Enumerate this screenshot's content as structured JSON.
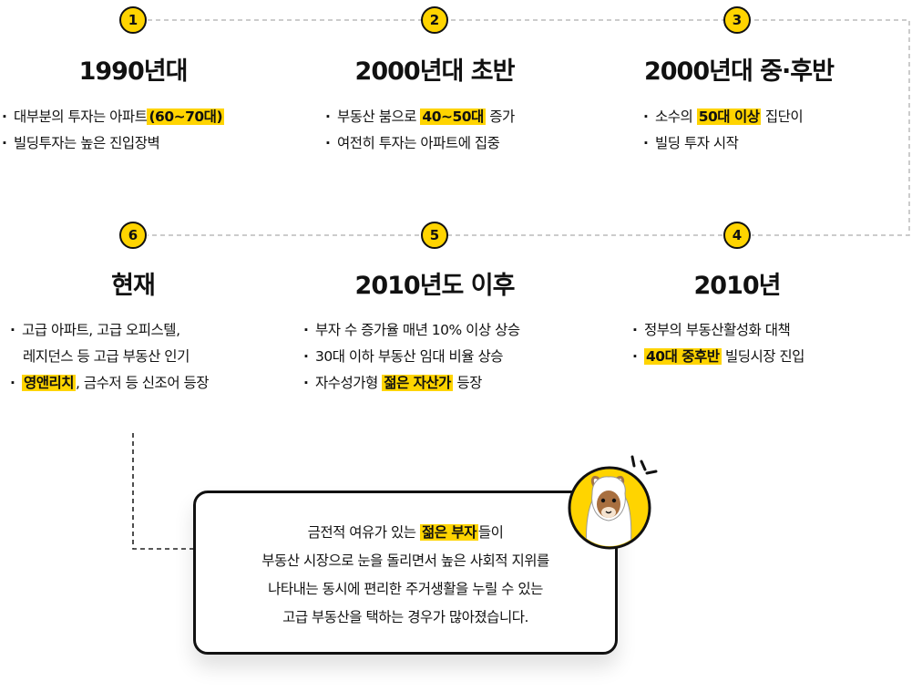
{
  "accent_color": "#ffd400",
  "steps": [
    {
      "number": "1",
      "title": "1990년대",
      "bullets": [
        {
          "text": "대부분의 투자는 아파트",
          "highlight": "(60~70대)",
          "after": ""
        },
        {
          "text": "빌딩투자는 높은 진입장벽",
          "highlight": "",
          "after": ""
        }
      ]
    },
    {
      "number": "2",
      "title": "2000년대 초반",
      "bullets": [
        {
          "text": "부동산 붐으로 ",
          "highlight": "40~50대",
          "after": " 증가"
        },
        {
          "text": "여전히 투자는 아파트에 집중",
          "highlight": "",
          "after": ""
        }
      ]
    },
    {
      "number": "3",
      "title": "2000년대 중·후반",
      "bullets": [
        {
          "text": "소수의 ",
          "highlight": "50대 이상",
          "after": " 집단이"
        },
        {
          "text": "빌딩 투자 시작",
          "highlight": "",
          "after": ""
        }
      ]
    },
    {
      "number": "4",
      "title": "2010년",
      "bullets": [
        {
          "text": "정부의 부동산활성화 대책",
          "highlight": "",
          "after": ""
        },
        {
          "text": "",
          "highlight": "40대 중후반",
          "after": " 빌딩시장 진입"
        }
      ]
    },
    {
      "number": "5",
      "title": "2010년도 이후",
      "bullets": [
        {
          "text": "부자 수 증가율 매년 10% 이상 상승",
          "highlight": "",
          "after": ""
        },
        {
          "text": "30대 이하 부동산 임대 비율 상승",
          "highlight": "",
          "after": ""
        },
        {
          "text": "자수성가형 ",
          "highlight": "젊은 자산가",
          "after": " 등장"
        }
      ]
    },
    {
      "number": "6",
      "title": "현재",
      "bullets": [
        {
          "text": "고급 아파트, 고급 오피스텔,",
          "highlight": "",
          "after": ""
        },
        {
          "text": "레지던스 등 고급 부동산 인기",
          "highlight": "",
          "after": "",
          "continuation": true
        },
        {
          "text": "",
          "highlight": "영앤리치",
          "after": ", 금수저 등 신조어 등장"
        }
      ]
    }
  ],
  "bubble": {
    "line1_before": "금전적 여유가 있는 ",
    "line1_highlight": "젊은 부자",
    "line1_after": "들이",
    "line2": "부동산 시장으로 눈을 돌리면서 높은 사회적 지위를",
    "line3": "나타내는 동시에 편리한 주거생활을 누릴 수 있는",
    "line4": "고급 부동산을 택하는 경우가 많아졌습니다."
  },
  "mascot": "alpaca-icon"
}
